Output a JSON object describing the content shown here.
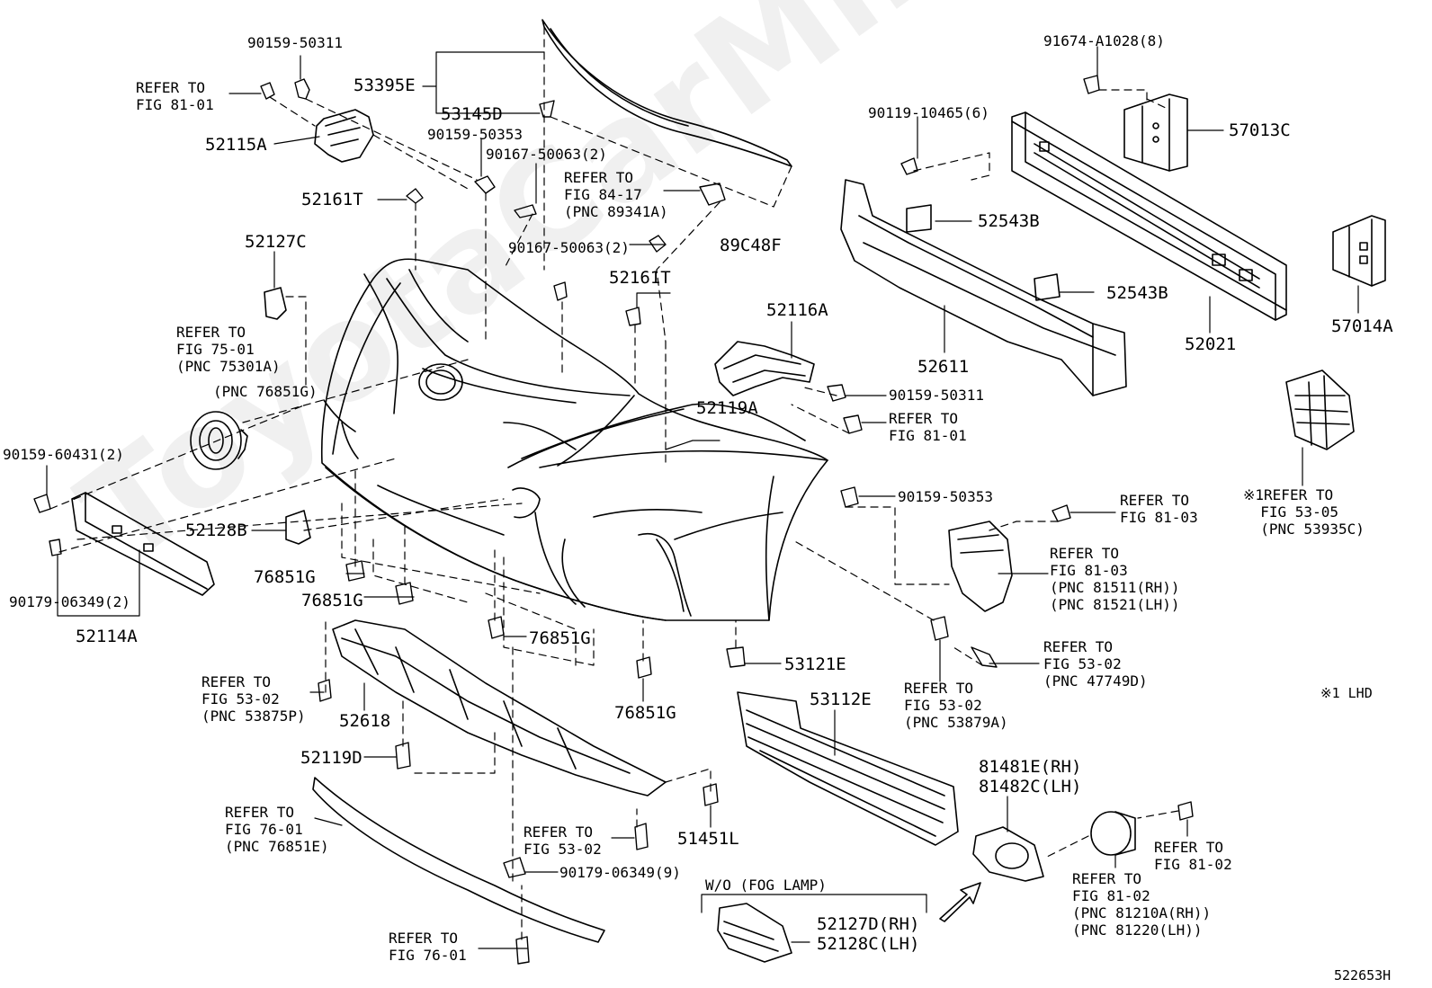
{
  "watermark": "ToyotaCarMine.ru",
  "diagram_id": "522653H",
  "lhd_note": "※1 LHD",
  "labels": {
    "p90159_50311_top": "90159-50311",
    "refer_81_01_top": "REFER TO\nFIG 81-01",
    "p53395E": "53395E",
    "p53145D": "53145D",
    "p52115A": "52115A",
    "p90159_50353_top": "90159-50353",
    "p90167_50063_a": "90167-50063(2)",
    "refer_84_17": "REFER TO\nFIG 84-17\n(PNC 89341A)",
    "p52161T_a": "52161T",
    "p52127C": "52127C",
    "p90167_50063_b": "90167-50063(2)",
    "p89C48F": "89C48F",
    "p52161T_b": "52161T",
    "refer_75_01": "REFER TO\nFIG 75-01\n(PNC 75301A)",
    "pnc_76851G": "(PNC 76851G)",
    "p91674_A1028": "91674-A1028(8)",
    "p57013C": "57013C",
    "p90119_10465": "90119-10465(6)",
    "p52543B_a": "52543B",
    "p52543B_b": "52543B",
    "p52021": "52021",
    "p57014A": "57014A",
    "p52611": "52611",
    "p52116A": "52116A",
    "p90159_50311_mid": "90159-50311",
    "refer_81_01_mid": "REFER TO\nFIG 81-01",
    "p52119A": "52119A",
    "p90159_50353_mid": "90159-50353",
    "refer_53_05": "※1REFER TO\n  FIG 53-05\n  (PNC 53935C)",
    "p90159_60431": "90159-60431(2)",
    "p52128B": "52128B",
    "p76851G_a": "76851G",
    "p76851G_b": "76851G",
    "p76851G_c": "76851G",
    "p76851G_d": "76851G",
    "p90179_06349_left": "90179-06349(2)",
    "p52114A": "52114A",
    "refer_81_03_a": "REFER TO\nFIG 81-03",
    "refer_81_03_b": "REFER TO\nFIG 81-03\n(PNC 81511(RH))\n(PNC 81521(LH))",
    "refer_53_02_47749D": "REFER TO\nFIG 53-02\n(PNC 47749D)",
    "p53121E": "53121E",
    "refer_53_02_53879A": "REFER TO\nFIG 53-02\n(PNC 53879A)",
    "refer_53_02_53875P": "REFER TO\nFIG 53-02\n(PNC 53875P)",
    "p52618": "52618",
    "p53112E": "53112E",
    "p52119D": "52119D",
    "refer_76_01_76851E": "REFER TO\nFIG 76-01\n(PNC 76851E)",
    "p81481E": "81481E(RH)\n81482C(LH)",
    "refer_53_02_bottom": "REFER TO\nFIG 53-02",
    "p51451L": "51451L",
    "refer_81_02_a": "REFER TO\nFIG 81-02",
    "refer_81_02_b": "REFER TO\nFIG 81-02\n(PNC 81210A(RH))\n(PNC 81220(LH))",
    "p90179_06349_bottom": "90179-06349(9)",
    "wo_fog_lamp": "W/O (FOG LAMP)",
    "p52127D": "52127D(RH)\n52128C(LH)",
    "refer_76_01_bottom": "REFER TO\nFIG 76-01"
  }
}
